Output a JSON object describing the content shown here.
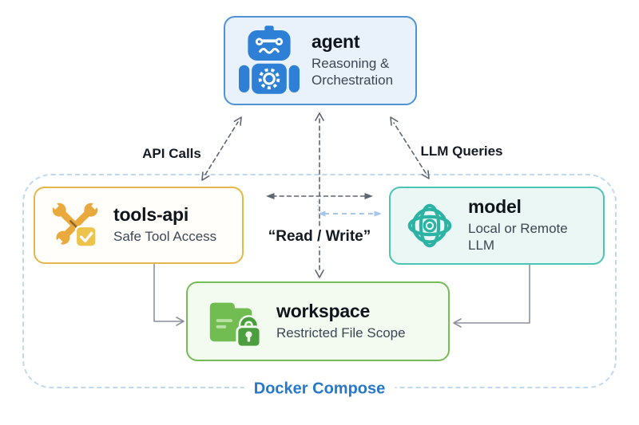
{
  "diagram": {
    "agent": {
      "title": "agent",
      "subtitle": "Reasoning & Orchestration",
      "icon": "robot-icon"
    },
    "tools_api": {
      "title": "tools-api",
      "subtitle": "Safe Tool Access",
      "icon": "wrench-check-icon"
    },
    "model": {
      "title": "model",
      "subtitle": "Local or Remote LLM",
      "icon": "atom-icon"
    },
    "workspace": {
      "title": "workspace",
      "subtitle": "Restricted File Scope",
      "icon": "folder-lock-icon"
    },
    "labels": {
      "api_calls": "API Calls",
      "llm_queries": "LLM Queries",
      "read_write": "“Read / Write”",
      "container": "Docker Compose"
    },
    "colors": {
      "agent_border": "#4d93d6",
      "agent_bg": "#e9f1fa",
      "agent_icon": "#2e7fd6",
      "tools_border": "#e5b64a",
      "tools_bg": "#fffefa",
      "tools_icon": "#e9a93d",
      "model_border": "#4cc4b4",
      "model_bg": "#eaf7f5",
      "model_icon": "#2cb3a4",
      "workspace_border": "#77bb58",
      "workspace_bg": "#f3faef",
      "workspace_icon": "#72bd52",
      "workspace_lock": "#4b9e3e",
      "arrow_gray": "#5d6673",
      "arrow_light_blue": "#a6c7ea",
      "container_border": "#c2d8ec",
      "container_label": "#2679ca"
    }
  }
}
